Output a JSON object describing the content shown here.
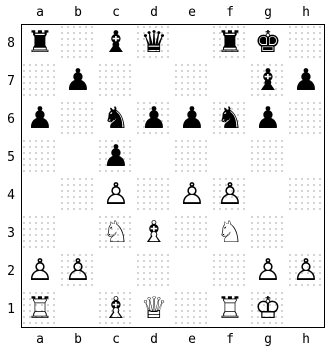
{
  "board": {
    "files": [
      "a",
      "b",
      "c",
      "d",
      "e",
      "f",
      "g",
      "h"
    ],
    "ranks": [
      "8",
      "7",
      "6",
      "5",
      "4",
      "3",
      "2",
      "1"
    ],
    "pieces": [
      {
        "square": "a8",
        "color": "black",
        "type": "rook",
        "glyph": "♜"
      },
      {
        "square": "c8",
        "color": "black",
        "type": "bishop",
        "glyph": "♝"
      },
      {
        "square": "d8",
        "color": "black",
        "type": "queen",
        "glyph": "♛"
      },
      {
        "square": "f8",
        "color": "black",
        "type": "rook",
        "glyph": "♜"
      },
      {
        "square": "g8",
        "color": "black",
        "type": "king",
        "glyph": "♚"
      },
      {
        "square": "b7",
        "color": "black",
        "type": "pawn",
        "glyph": "♟"
      },
      {
        "square": "g7",
        "color": "black",
        "type": "bishop",
        "glyph": "♝"
      },
      {
        "square": "h7",
        "color": "black",
        "type": "pawn",
        "glyph": "♟"
      },
      {
        "square": "a6",
        "color": "black",
        "type": "pawn",
        "glyph": "♟"
      },
      {
        "square": "c6",
        "color": "black",
        "type": "knight",
        "glyph": "♞"
      },
      {
        "square": "d6",
        "color": "black",
        "type": "pawn",
        "glyph": "♟"
      },
      {
        "square": "e6",
        "color": "black",
        "type": "pawn",
        "glyph": "♟"
      },
      {
        "square": "f6",
        "color": "black",
        "type": "knight",
        "glyph": "♞"
      },
      {
        "square": "g6",
        "color": "black",
        "type": "pawn",
        "glyph": "♟"
      },
      {
        "square": "c5",
        "color": "black",
        "type": "pawn",
        "glyph": "♟"
      },
      {
        "square": "c4",
        "color": "white",
        "type": "pawn",
        "glyph": "♙"
      },
      {
        "square": "e4",
        "color": "white",
        "type": "pawn",
        "glyph": "♙"
      },
      {
        "square": "f4",
        "color": "white",
        "type": "pawn",
        "glyph": "♙"
      },
      {
        "square": "c3",
        "color": "white",
        "type": "knight",
        "glyph": "♘"
      },
      {
        "square": "d3",
        "color": "white",
        "type": "bishop",
        "glyph": "♗"
      },
      {
        "square": "f3",
        "color": "white",
        "type": "knight",
        "glyph": "♘"
      },
      {
        "square": "a2",
        "color": "white",
        "type": "pawn",
        "glyph": "♙"
      },
      {
        "square": "b2",
        "color": "white",
        "type": "pawn",
        "glyph": "♙"
      },
      {
        "square": "g2",
        "color": "white",
        "type": "pawn",
        "glyph": "♙"
      },
      {
        "square": "h2",
        "color": "white",
        "type": "pawn",
        "glyph": "♙"
      },
      {
        "square": "a1",
        "color": "white",
        "type": "rook",
        "glyph": "♖"
      },
      {
        "square": "c1",
        "color": "white",
        "type": "bishop",
        "glyph": "♗"
      },
      {
        "square": "d1",
        "color": "white",
        "type": "queen",
        "glyph": "♕"
      },
      {
        "square": "f1",
        "color": "white",
        "type": "rook",
        "glyph": "♖"
      },
      {
        "square": "g1",
        "color": "white",
        "type": "king",
        "glyph": "♔"
      }
    ]
  },
  "colors": {
    "piece": "#000000",
    "light_square": "#ffffff",
    "dark_square_dots": "#9a9a9a",
    "border": "#000000"
  }
}
